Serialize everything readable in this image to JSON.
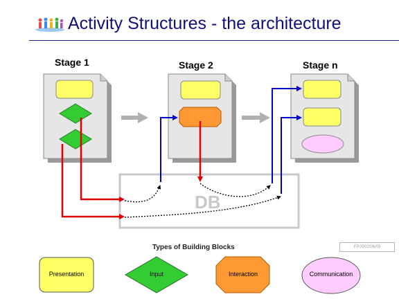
{
  "slide": {
    "title": "Activity Structures - the architecture",
    "logo_icon": "people-group-logo-icon"
  },
  "stages": [
    {
      "label": "Stage 1",
      "blocks": [
        "presentation",
        "input",
        "input"
      ]
    },
    {
      "label": "Stage 2",
      "blocks": [
        "presentation",
        "interaction"
      ]
    },
    {
      "label": "Stage n",
      "blocks": [
        "presentation",
        "presentation",
        "communication"
      ]
    }
  ],
  "database": {
    "label": "DB"
  },
  "legend": {
    "title": "Types of Building Blocks",
    "items": [
      {
        "label": "Presentation",
        "shape": "rounded-rect",
        "color": "#ffff66"
      },
      {
        "label": "Input",
        "shape": "diamond",
        "color": "#33cc33"
      },
      {
        "label": "Interaction",
        "shape": "octagon",
        "color": "#ff9933"
      },
      {
        "label": "Communication",
        "shape": "ellipse",
        "color": "#ffccff"
      }
    ]
  },
  "slide_ref": "FP.0002/06/05",
  "colors": {
    "title": "#10107a",
    "red_arrow": "#e00000",
    "blue_arrow": "#0000cc",
    "page": "#e6e6e6",
    "db_border": "#c8c8c8",
    "stage_arrow": "#b0b0b0"
  }
}
